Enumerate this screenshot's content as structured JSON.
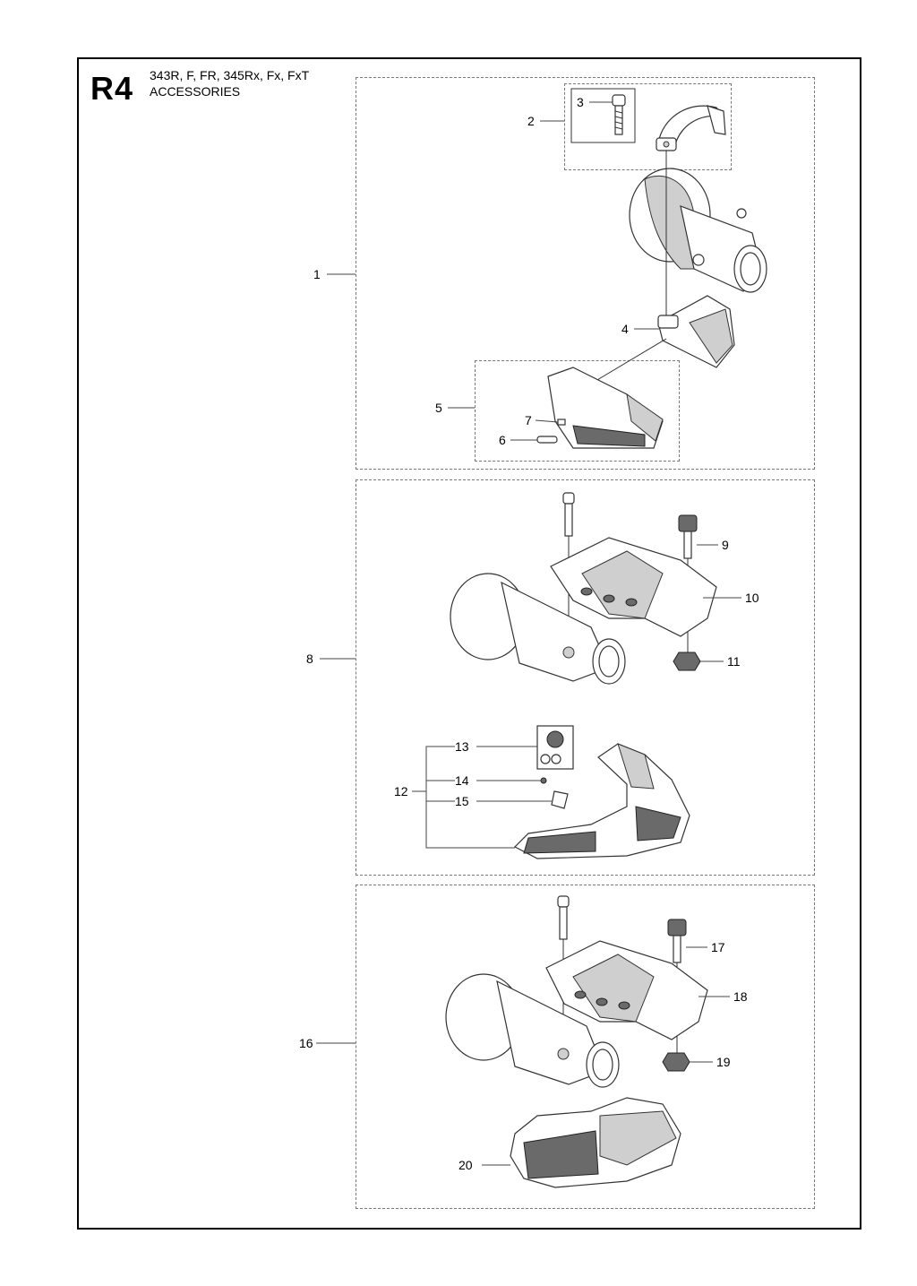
{
  "header": {
    "section_code": "R4",
    "models": "343R, F, FR, 345Rx, Fx, FxT",
    "section_name": "ACCESSORIES"
  },
  "callouts": {
    "c1": "1",
    "c2": "2",
    "c3": "3",
    "c4": "4",
    "c5": "5",
    "c6": "6",
    "c7": "7",
    "c8": "8",
    "c9": "9",
    "c10": "10",
    "c11": "11",
    "c12": "12",
    "c13": "13",
    "c14": "14",
    "c15": "15",
    "c16": "16",
    "c17": "17",
    "c18": "18",
    "c19": "19",
    "c20": "20"
  },
  "colors": {
    "line": "#333333",
    "panel_border": "#777777",
    "frame": "#000000"
  }
}
